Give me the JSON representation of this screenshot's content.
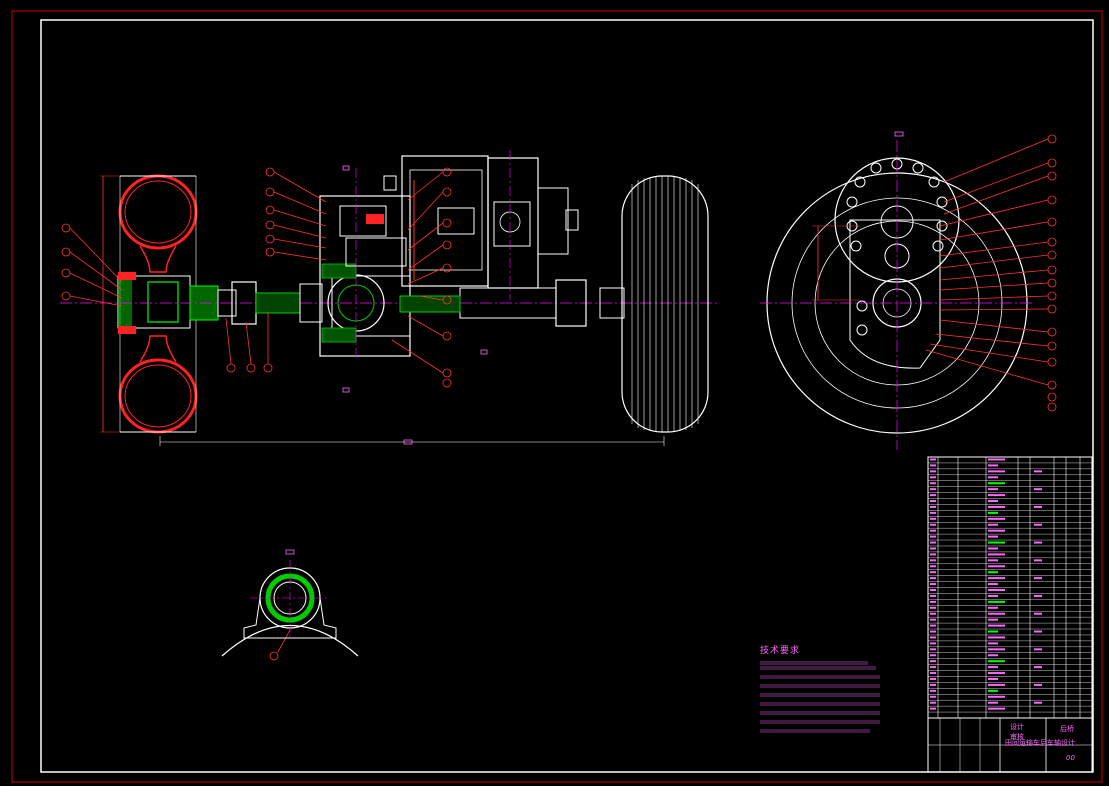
{
  "technical_requirements_title": "技术要求",
  "title_block": {
    "drawing_name": "后桥",
    "project_title": "田间运输车后车轴设计",
    "sheet_number": "00",
    "label_1": "设计",
    "label_2": "审核"
  },
  "colors": {
    "background": "#000000",
    "border": "#cc0000",
    "frame": "#ffffff",
    "centerline": "#ff00ff",
    "leader": "#ff3333",
    "hatch": "#00cc00",
    "accent_green": "#00ff00",
    "table_text": "#ff66ff"
  }
}
